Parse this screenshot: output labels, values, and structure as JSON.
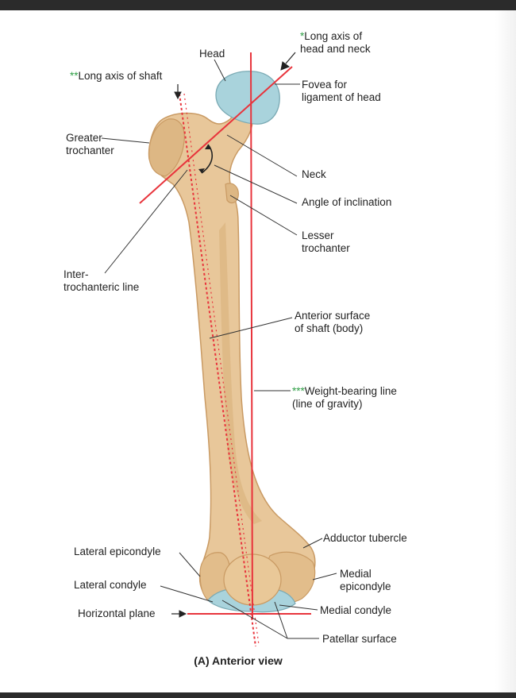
{
  "colors": {
    "bone": "#e8c79a",
    "bone_shadow": "#c99a63",
    "cartilage": "#a9d3dc",
    "red_line": "#e8343c",
    "leader": "#333333",
    "star": "#2e9e45"
  },
  "labels": {
    "head": "Head",
    "long_axis_head_neck": {
      "star": "*",
      "line1": "Long axis of",
      "line2": "head and neck"
    },
    "long_axis_shaft": {
      "star": "**",
      "text": "Long axis of shaft"
    },
    "fovea": {
      "line1": "Fovea for",
      "line2": "ligament of head"
    },
    "greater_trochanter": {
      "line1": "Greater",
      "line2": "trochanter"
    },
    "neck": "Neck",
    "angle_inclination": "Angle of inclination",
    "lesser_trochanter": {
      "line1": "Lesser",
      "line2": "trochanter"
    },
    "intertrochanteric": {
      "line1": "Inter-",
      "line2": "trochanteric line"
    },
    "anterior_surface": {
      "line1": "Anterior surface",
      "line2": "of shaft (body)"
    },
    "weight_bearing": {
      "star": "***",
      "line1": "Weight-bearing line",
      "line2": "(line of gravity)"
    },
    "adductor_tubercle": "Adductor tubercle",
    "lateral_epicondyle": "Lateral epicondyle",
    "medial_epicondyle": {
      "line1": "Medial",
      "line2": "epicondyle"
    },
    "lateral_condyle": "Lateral condyle",
    "medial_condyle": "Medial condyle",
    "horizontal_plane": "Horizontal plane",
    "patellar_surface": "Patellar surface"
  },
  "caption": "(A) Anterior view"
}
